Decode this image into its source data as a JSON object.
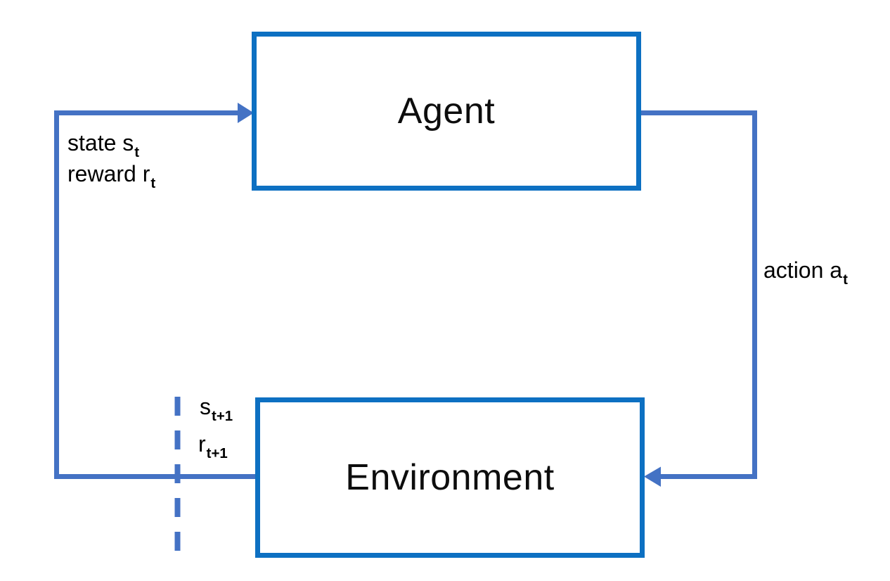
{
  "diagram": {
    "type": "reinforcement-learning-loop",
    "nodes": {
      "agent": {
        "label": "Agent"
      },
      "environment": {
        "label": "Environment"
      }
    },
    "labels": {
      "state": {
        "text": "state s",
        "sub": "t"
      },
      "reward": {
        "text": "reward r",
        "sub": "t"
      },
      "action": {
        "text": "action a",
        "sub": "t"
      },
      "next_state": {
        "text": "s",
        "sub": "t+1"
      },
      "next_reward": {
        "text": "r",
        "sub": "t+1"
      }
    },
    "edges": [
      {
        "from": "environment",
        "to": "agent",
        "label": "state st, reward rt"
      },
      {
        "from": "agent",
        "to": "environment",
        "label": "action at"
      }
    ],
    "colors": {
      "box_border": "#0d70c2",
      "connector": "#4472c4",
      "text": "#0d0d0d",
      "background": "#ffffff"
    }
  }
}
